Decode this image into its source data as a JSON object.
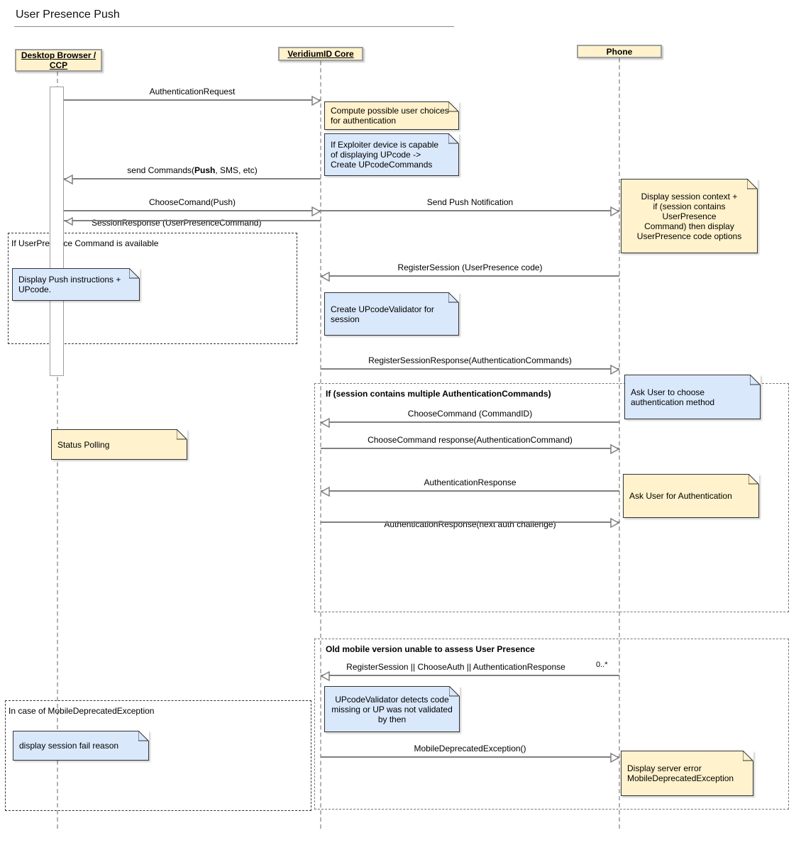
{
  "title": "User Presence Push",
  "colors": {
    "note_yellow": "#FFF2CC",
    "note_blue": "#DAE8FC",
    "lifeline_fill": "#FFF2CC",
    "arrow": "#808080"
  },
  "lifelines": [
    {
      "label": "Desktop Browser /\nCCP",
      "underlined": true
    },
    {
      "label": "VeridiumID Core",
      "underlined": true
    },
    {
      "label": "Phone",
      "underlined": false
    }
  ],
  "fragments": [
    {
      "label": "If UserPresence Command is available"
    },
    {
      "label": "If (session contains multiple AuthenticationCommands)"
    },
    {
      "label": "Old mobile version unable to assess User Presence"
    },
    {
      "label": "In case of MobileDeprecatedException"
    }
  ],
  "messages": [
    {
      "label": "AuthenticationRequest",
      "from": "Desktop Browser / CCP",
      "to": "VeridiumID Core"
    },
    {
      "label_prefix": "send Commands(",
      "label_bold": "Push",
      "label_suffix": ", SMS, etc)",
      "from": "VeridiumID Core",
      "to": "Desktop Browser / CCP"
    },
    {
      "label": "ChooseComand(Push)",
      "from": "Desktop Browser / CCP",
      "to": "VeridiumID Core"
    },
    {
      "label": "Send Push Notification",
      "from": "VeridiumID Core",
      "to": "Phone"
    },
    {
      "label": "SessionResponse (UserPresenceCommand)",
      "from": "VeridiumID Core",
      "to": "Desktop Browser / CCP"
    },
    {
      "label": "RegisterSession (UserPresence code)",
      "from": "Phone",
      "to": "VeridiumID Core"
    },
    {
      "label": "RegisterSessionResponse(AuthenticationCommands)",
      "from": "VeridiumID Core",
      "to": "Phone"
    },
    {
      "label": "ChooseCommand (CommandID)",
      "from": "Phone",
      "to": "VeridiumID Core"
    },
    {
      "label": "ChooseCommand response(AuthenticationCommand)",
      "from": "VeridiumID Core",
      "to": "Phone"
    },
    {
      "label": "AuthenticationResponse",
      "from": "Phone",
      "to": "VeridiumID Core"
    },
    {
      "label": "AuthenticationResponse(next auth challenge)",
      "from": "VeridiumID Core",
      "to": "Phone"
    },
    {
      "label": "RegisterSession || ChooseAuth || AuthenticationResponse",
      "multiplicity": "0..*",
      "from": "Phone",
      "to": "VeridiumID Core"
    },
    {
      "label": "MobileDeprecatedException()",
      "from": "VeridiumID Core",
      "to": "Phone"
    }
  ],
  "notes": [
    {
      "text": "Compute possible user choices\nfor authentication",
      "color": "yellow"
    },
    {
      "text": "If Exploiter device is capable\nof displaying UPcode ->\nCreate UPcodeCommands",
      "color": "blue"
    },
    {
      "text": "Display session context +\nif (session contains UserPresence\nCommand) then display\nUserPresence code options",
      "color": "yellow"
    },
    {
      "text": "Display Push instructions +\nUPcode.",
      "color": "blue"
    },
    {
      "text": "Create UPcodeValidator for\nsession",
      "color": "blue"
    },
    {
      "text": "Ask User to choose\nauthentication method",
      "color": "blue"
    },
    {
      "text": "Status Polling",
      "color": "yellow"
    },
    {
      "text": "Ask User for Authentication",
      "color": "yellow"
    },
    {
      "text": "UPcodeValidator detects code\nmissing or UP was not validated\nby then",
      "color": "blue"
    },
    {
      "text": "display session fail reason",
      "color": "blue"
    },
    {
      "text": "Display server error\nMobileDeprecatedException",
      "color": "yellow"
    }
  ]
}
